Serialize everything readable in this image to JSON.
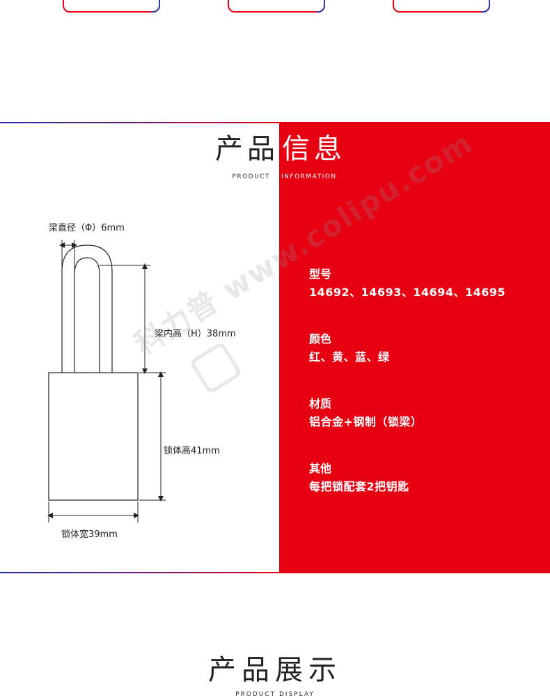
{
  "section_info": {
    "title_part1": "产品",
    "title_part2": "信息",
    "subtitle_part1": "PRODUCT",
    "subtitle_part2": "INFORMATION"
  },
  "dimensions": {
    "shackle_diameter": "梁直径（Φ）6mm",
    "shackle_inner_height": "梁内高（H）38mm",
    "body_height": "锁体高41mm",
    "body_width": "锁体宽39mm"
  },
  "specs": [
    {
      "label": "型号",
      "value": "14692、14693、14694、14695"
    },
    {
      "label": "颜色",
      "value": "红、黄、蓝、绿"
    },
    {
      "label": "材质",
      "value": "铝合金+钢制（锁梁）"
    },
    {
      "label": "其他",
      "value": "每把锁配套2把钥匙"
    }
  ],
  "watermark": {
    "brand": "科力普",
    "url": "www.colipu.com"
  },
  "section_display": {
    "title": "产品展示",
    "subtitle": "PRODUCT DISPLAY"
  },
  "colors": {
    "accent_red": "#e60012",
    "accent_blue": "#1e2a9e"
  }
}
